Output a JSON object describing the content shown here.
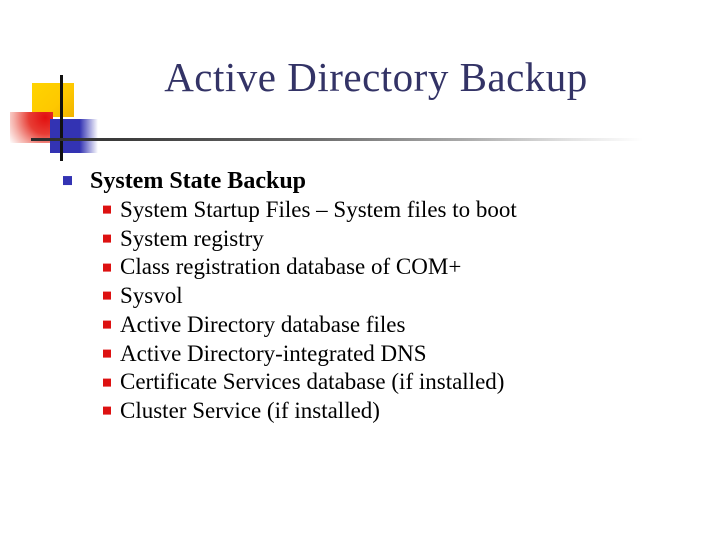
{
  "slide": {
    "title": "Active Directory Backup",
    "bullets": {
      "level1": "System State Backup",
      "level2": [
        "System Startup Files – System files to boot",
        "System registry",
        "Class registration database of COM+",
        "Sysvol",
        "Active Directory database files",
        "Active Directory-integrated DNS",
        "Certificate Services database (if installed)",
        "Cluster Service (if installed)"
      ]
    },
    "colors": {
      "title": "#333366",
      "bullet_level1": "#3333B3",
      "bullet_level2": "#DD1111",
      "accent_yellow": "#FEC800",
      "accent_red": "#E20F0F",
      "accent_blue": "#3333B3"
    }
  }
}
